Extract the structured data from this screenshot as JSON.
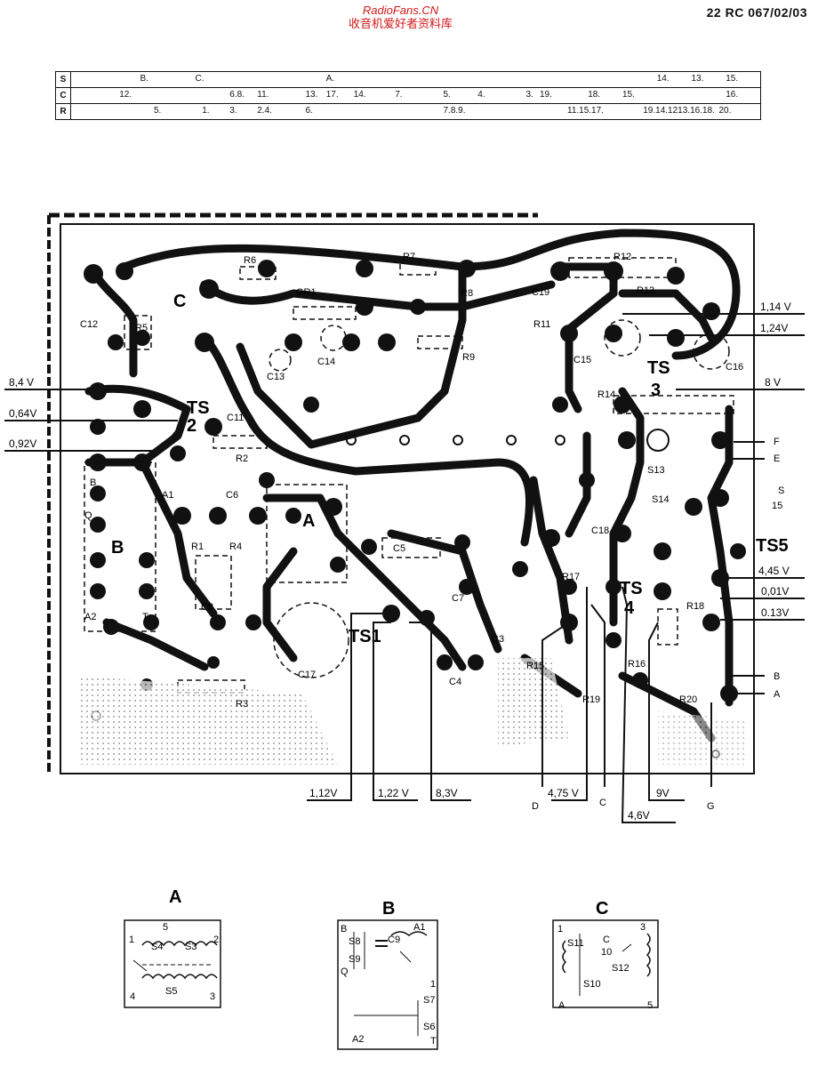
{
  "header": {
    "watermark_site": "RadioFans.CN",
    "watermark_cn": "收音机爱好者资料库",
    "doc_number": "22 RC 067/02/03"
  },
  "index_table": {
    "rows": [
      {
        "key": "S",
        "entries": [
          {
            "t": "B.",
            "p": 10
          },
          {
            "t": "C.",
            "p": 18
          },
          {
            "t": "A.",
            "p": 37
          },
          {
            "t": "14.",
            "p": 85
          },
          {
            "t": "13.",
            "p": 90
          },
          {
            "t": "15.",
            "p": 95
          }
        ]
      },
      {
        "key": "C",
        "entries": [
          {
            "t": "12.",
            "p": 7
          },
          {
            "t": "6.8.",
            "p": 23
          },
          {
            "t": "11.",
            "p": 27
          },
          {
            "t": "13.",
            "p": 34
          },
          {
            "t": "17.",
            "p": 37
          },
          {
            "t": "14.",
            "p": 41
          },
          {
            "t": "7.",
            "p": 47
          },
          {
            "t": "5.",
            "p": 54
          },
          {
            "t": "4.",
            "p": 59
          },
          {
            "t": "3.",
            "p": 66
          },
          {
            "t": "19.",
            "p": 68
          },
          {
            "t": "18.",
            "p": 75
          },
          {
            "t": "15.",
            "p": 80
          },
          {
            "t": "16.",
            "p": 95
          }
        ]
      },
      {
        "key": "R",
        "entries": [
          {
            "t": "5.",
            "p": 12
          },
          {
            "t": "1.",
            "p": 19
          },
          {
            "t": "3.",
            "p": 23
          },
          {
            "t": "2.4.",
            "p": 27
          },
          {
            "t": "6.",
            "p": 34
          },
          {
            "t": "7.8.9.",
            "p": 54
          },
          {
            "t": "11.15.17.",
            "p": 72
          },
          {
            "t": "19.14.1213.16.18.",
            "p": 83
          },
          {
            "t": "20.",
            "p": 94
          }
        ]
      }
    ]
  },
  "board": {
    "component_labels": [
      "R6",
      "R7",
      "R12",
      "GR1",
      "R8",
      "C19",
      "R13",
      "C12",
      "R5",
      "R11",
      "C15",
      "C16",
      "C14",
      "C13",
      "R9",
      "R14",
      "C11",
      "R2",
      "C6",
      "R1",
      "R4",
      "C8",
      "C5",
      "C7",
      "C3",
      "C4",
      "C17",
      "R3",
      "R17",
      "R15",
      "R19",
      "R16",
      "R20",
      "S13",
      "S14",
      "C18",
      "TS5"
    ],
    "transistor_labels": [
      "TS1",
      "TS 2",
      "TS 3",
      "TS 4",
      "TS5"
    ],
    "block_labels": [
      "A",
      "B",
      "C",
      "A1",
      "A2",
      "Q",
      "T"
    ],
    "voltages_right": [
      "1,14 V",
      "1,24V",
      "8 V",
      "4,45 V",
      "0,01V",
      "0.13V"
    ],
    "voltages_left": [
      "8,4 V",
      "0,64V",
      "0,92V"
    ],
    "voltages_bottom": [
      "1,12V",
      "1,22 V",
      "8,3V",
      "4,75 V",
      "9V",
      "4,6V"
    ],
    "test_points": [
      "F",
      "E",
      "S",
      "15",
      "B",
      "A",
      "D",
      "C",
      "G"
    ]
  },
  "detail_diagrams": [
    {
      "title": "A",
      "labels": [
        "5",
        "1",
        "2",
        "S4",
        "S3",
        "S5",
        "4",
        "3"
      ]
    },
    {
      "title": "B",
      "labels": [
        "B",
        "S8",
        "C9",
        "A1",
        "S9",
        "Q",
        "1",
        "S7",
        "S6",
        "T",
        "A2"
      ]
    },
    {
      "title": "C",
      "labels": [
        "1",
        "S11",
        "C",
        "10",
        "3",
        "S12",
        "S10",
        "A",
        "5"
      ]
    }
  ]
}
